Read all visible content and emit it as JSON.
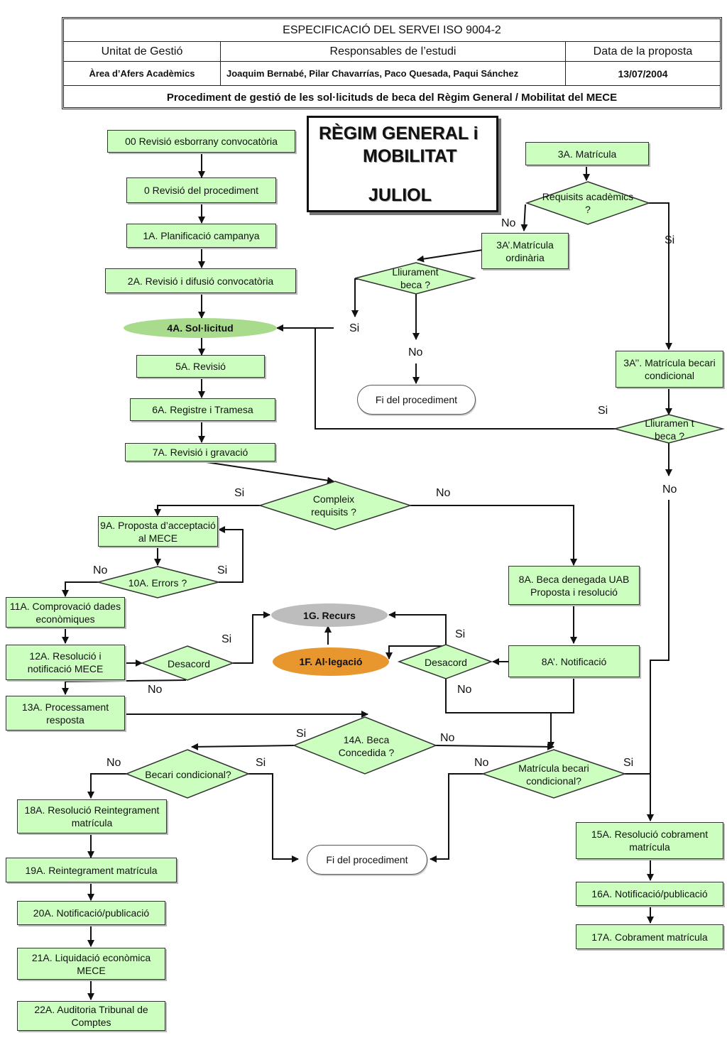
{
  "header": {
    "title": "ESPECIFICACIÓ     DEL     SERVEI     ISO 9004-2",
    "unit_label": "Unitat de Gestió",
    "responsibles_label": "Responsables de l’estudi",
    "date_label": "Data de la proposta",
    "unit_value": "Àrea d’Afers Acadèmics",
    "responsibles_value": "Joaquim Bernabé, Pilar Chavarrías, Paco Quesada, Paqui Sánchez",
    "date_value": "13/07/2004",
    "procedure": "Procediment de gestió de les sol·licituds de beca del Règim General / Mobilitat del MECE"
  },
  "diagram_title": {
    "line1": "RÈGIM GENERAL i",
    "line2": "MOBILITAT",
    "line3": "JULIOL"
  },
  "nodes": {
    "n00": "00 Revisió esborrany convocatòria",
    "n0": "0 Revisió del procediment",
    "n1a": "1A. Planificació campanya",
    "n2a": "2A. Revisió i difusió convocatòria",
    "n4a": "4A. Sol·licitud",
    "n5a": "5A. Revisió",
    "n6a": "6A. Registre i Tramesa",
    "n7a": "7A. Revisió i gravació",
    "n9a": "9A. Proposta d’acceptació al MECE",
    "n11a": "11A. Comprovació dades econòmiques",
    "n12a": "12A. Resolució i notificació MECE",
    "n13a": "13A. Processament resposta",
    "n18a": "18A. Resolució Reintegrament matrícula",
    "n19a": "19A. Reintegrament matrícula",
    "n20a": "20A. Notificació/publicació",
    "n21a": "21A. Liquidació econòmica MECE",
    "n22a": "22A. Auditoria Tribunal de Comptes",
    "n3a": "3A. Matrícula",
    "n3a1": "3A’.Matrícula ordinària",
    "n3a2": "3A’’. Matrícula becari condicional",
    "n8a": "8A. Beca denegada UAB Proposta i resolució",
    "n8a1": "8A’. Notificació",
    "n15a": "15A. Resolució cobrament matrícula",
    "n16a": "16A. Notificació/publicació",
    "n17a": "17A. Cobrament matrícula",
    "fi1": "Fi del procediment",
    "fi2": "Fi del procediment",
    "n1g": "1G. Recurs",
    "n1f": "1F. Al·legació"
  },
  "decisions": {
    "d_requisits": "Requisits acadèmics ?",
    "d_lliurament1": "Lliurament beca ?",
    "d_lliurament2": "Lliuramen t beca ?",
    "d_compleix": "Compleix requisits ?",
    "d_errors": "10A. Errors ?",
    "d_desacord1": "Desacord",
    "d_desacord2": "Desacord",
    "d_concedida": "14A. Beca Concedida ?",
    "d_becari": "Becari condicional?",
    "d_matricula": "Matrícula becari condicional?"
  },
  "labels": {
    "si": "Si",
    "no": "No"
  },
  "colors": {
    "node_fill": "#ccffbf",
    "recurs_fill": "#bdbdbd",
    "alegacio_fill": "#e8962e",
    "solicitud_fill": "#a8dc8c"
  }
}
